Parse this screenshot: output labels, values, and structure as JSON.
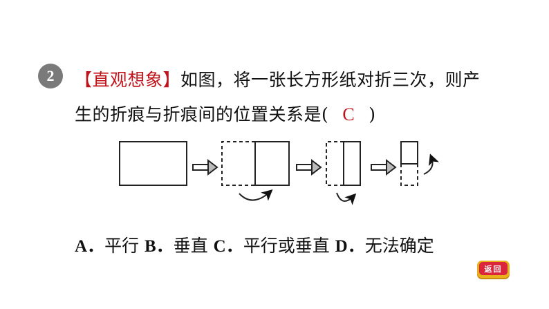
{
  "question": {
    "number": "2",
    "tag": "【直观想象】",
    "line1": "如图，将一张长方形纸对折三次，则产",
    "line2": "生的折痕与折痕间的位置关系是(",
    "answer": "C",
    "close": ")"
  },
  "options": [
    {
      "letter": "A．",
      "text": "平行 "
    },
    {
      "letter": "B．",
      "text": "垂直 "
    },
    {
      "letter": "C．",
      "text": "平行或垂直 "
    },
    {
      "letter": "D．",
      "text": "无法确定"
    }
  ],
  "back_button": {
    "label": "返回"
  }
}
